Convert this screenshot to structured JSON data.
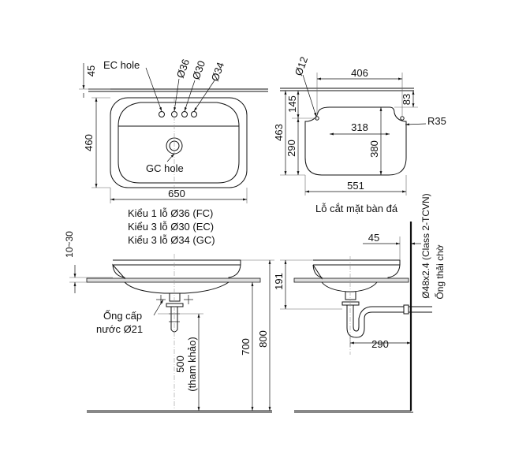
{
  "top_view": {
    "dim_45": "45",
    "ec_hole": "EC hole",
    "d36": "Ø36",
    "d30": "Ø30",
    "d34": "Ø34",
    "dim_460": "460",
    "gc_hole": "GC hole",
    "dim_650": "650"
  },
  "variants": [
    "Kiểu 1 lỗ Ø36 (FC)",
    "Kiểu 3 lỗ Ø30 (EC)",
    "Kiểu 3 lỗ Ø34 (GC)"
  ],
  "cutout": {
    "d12": "Ø12",
    "dim_406": "406",
    "dim_145": "145",
    "dim_83": "83",
    "r35": "R35",
    "dim_463": "463",
    "dim_318": "318",
    "dim_290": "290",
    "dim_380": "380",
    "dim_551": "551",
    "caption": "Lỗ cắt mặt bàn đá"
  },
  "front_view": {
    "dim_10_30": "10~30",
    "supply_line1": "Ống cấp",
    "supply_line2": "nước Ø21",
    "dim_500": "500",
    "ref_note": "(tham khảo)",
    "dim_700": "700",
    "dim_800": "800"
  },
  "side_view": {
    "dim_191": "191",
    "dim_45": "45",
    "drain_pipe": "Ø48x2.4 (Class 2-TCVN)",
    "waste_pipe": "Ống thải chờ",
    "dim_290": "290"
  }
}
